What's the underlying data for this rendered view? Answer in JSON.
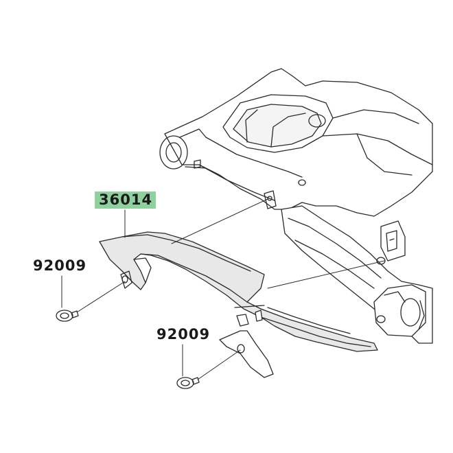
{
  "diagram": {
    "label_main": "36014",
    "label_bolt_upper": "92009",
    "label_bolt_lower": "92009",
    "highlight_color": "#8fd19e",
    "line_color": "#2a2a2a",
    "fill_color": "#e8e8e8"
  }
}
